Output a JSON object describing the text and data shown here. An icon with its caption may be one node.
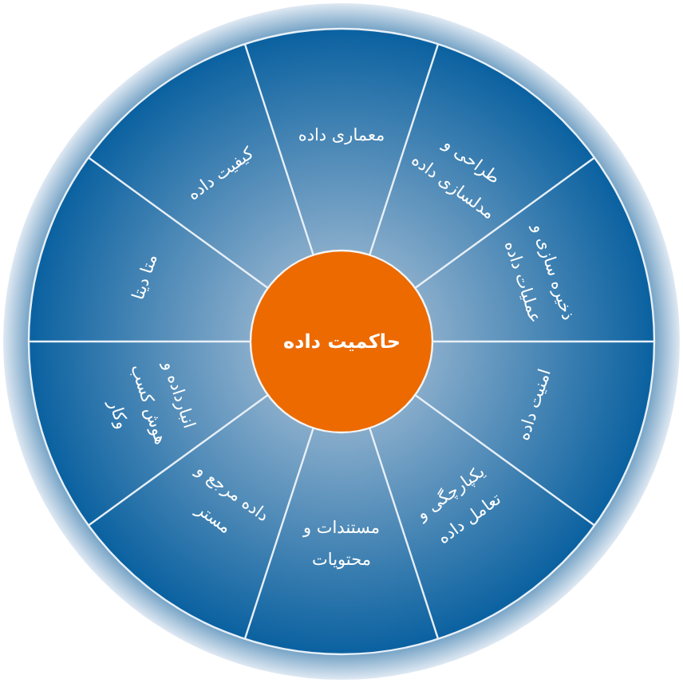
{
  "diagram": {
    "nodes": [
      {
        "text": [
          "حاکمیت داده"
        ]
      },
      {
        "text": [
          "معماری داده"
        ]
      },
      {
        "text": [
          "طراحی و مدلسازی داده"
        ]
      },
      {
        "text": [
          "ذخیره سازی و عملیات داده"
        ]
      },
      {
        "text": [
          "امنیت داده"
        ]
      },
      {
        "text": [
          "یکپارچگی و تعامل داده"
        ]
      },
      {
        "text": [
          "مستندات و محتویات"
        ]
      },
      {
        "text": [
          "داده مرجع و مستر"
        ]
      },
      {
        "text": [
          "انبارداده و هوش کسب وکار"
        ]
      },
      {
        "text": [
          "متا دیتا"
        ]
      },
      {
        "text": [
          "کیفیت داده"
        ]
      }
    ]
  }
}
